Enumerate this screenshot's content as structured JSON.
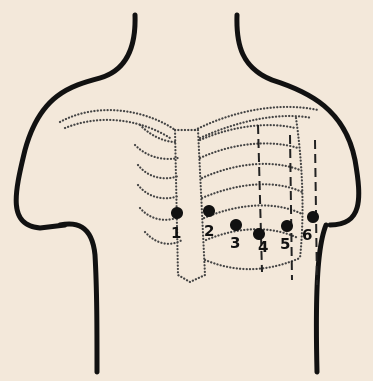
{
  "electrodes": [
    {
      "label": "1"
    },
    {
      "label": "2"
    },
    {
      "label": "3"
    },
    {
      "label": "4"
    },
    {
      "label": "5"
    },
    {
      "label": "6"
    }
  ]
}
